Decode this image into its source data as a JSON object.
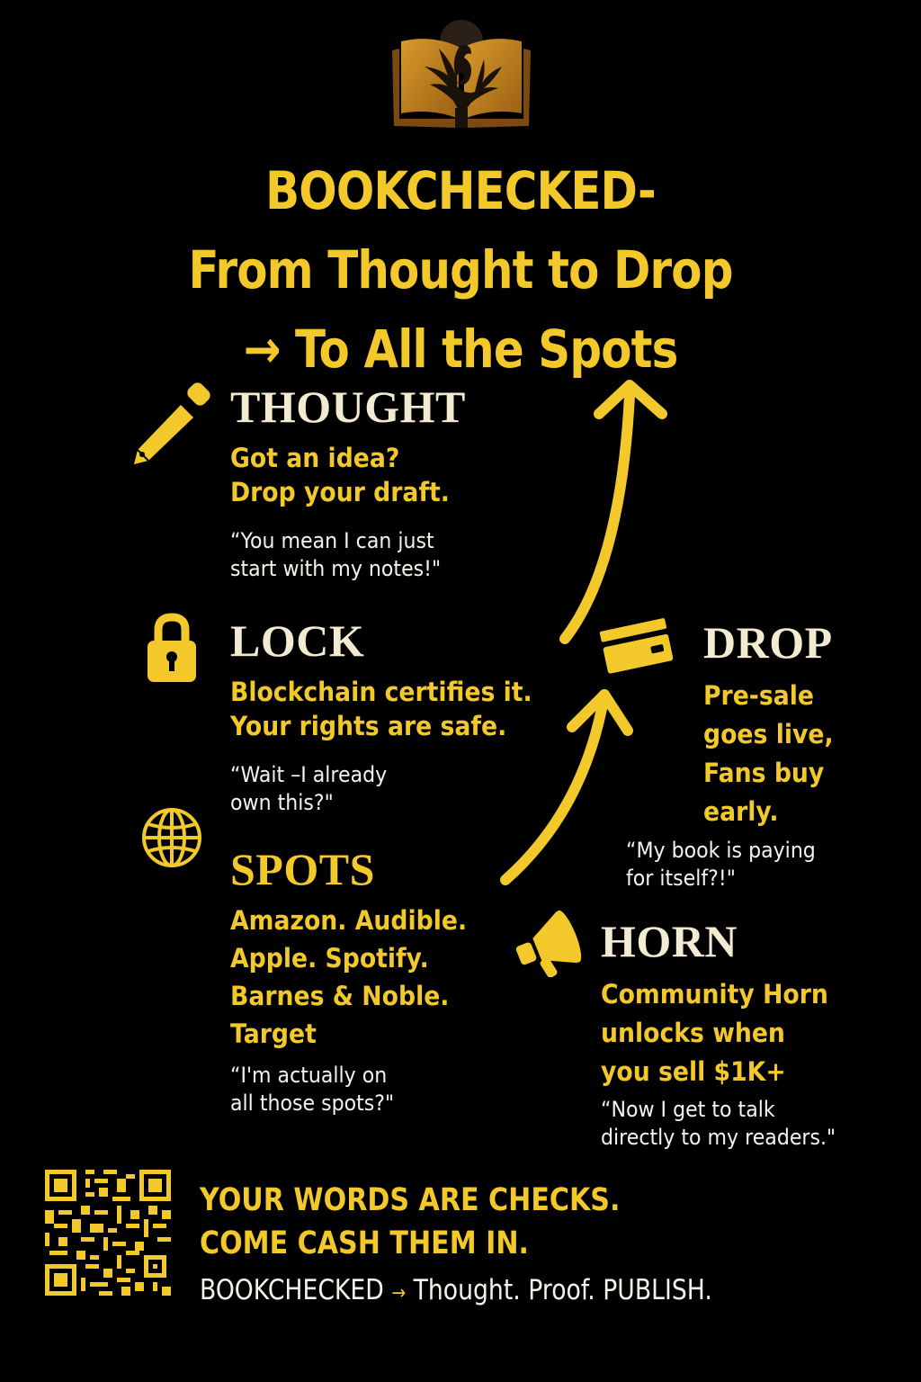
{
  "colors": {
    "background": "#000000",
    "accent_gold": "#f2c82a",
    "heading_cream": "#f3ead2",
    "quote_white": "#f7f3ea",
    "logo_bronze": "#c8871f"
  },
  "logo": {
    "icon": "open-book-phoenix-logo"
  },
  "title": {
    "line1": "BOOKCHECKED-",
    "line2": "From Thought to Drop",
    "line3": "→ To All the Spots"
  },
  "steps": {
    "thought": {
      "icon": "pencil-icon",
      "heading": "THOUGHT",
      "lines": [
        "Got an idea?",
        "Drop your draft."
      ],
      "quote": [
        "“You mean I can just",
        "start with my notes!\""
      ]
    },
    "lock": {
      "icon": "padlock-icon",
      "heading": "LOCK",
      "lines": [
        "Blockchain certifies it.",
        "Your rights are safe."
      ],
      "quote": [
        "“Wait –I already",
        "own this?\""
      ]
    },
    "drop": {
      "icon": "credit-card-icon",
      "heading": "DROP",
      "lines": [
        "Pre-sale",
        "goes live,",
        "Fans buy",
        "early."
      ],
      "quote": [
        "“My book is paying",
        "for itself?!\""
      ]
    },
    "spots": {
      "icon": "globe-icon",
      "heading": "SPOTS",
      "lines": [
        "Amazon. Audible.",
        "Apple. Spotify.",
        "Barnes & Noble.",
        "Target"
      ],
      "quote": [
        "“I'm actually on",
        "all those spots?\""
      ]
    },
    "horn": {
      "icon": "megaphone-icon",
      "heading": "HORN",
      "lines": [
        "Community Horn",
        "unlocks when",
        "you sell $1K+"
      ],
      "quote": [
        "“Now I get to talk",
        "directly to my readers.\""
      ]
    }
  },
  "footer": {
    "qr_icon": "qr-code-icon",
    "line1": "YOUR WORDS ARE CHECKS.",
    "line2": "COME CASH THEM IN.",
    "tag_brand": "BOOKCHECKED",
    "tag_arrow": "→",
    "tag_rest": "Thought. Proof. PUBLISH."
  }
}
